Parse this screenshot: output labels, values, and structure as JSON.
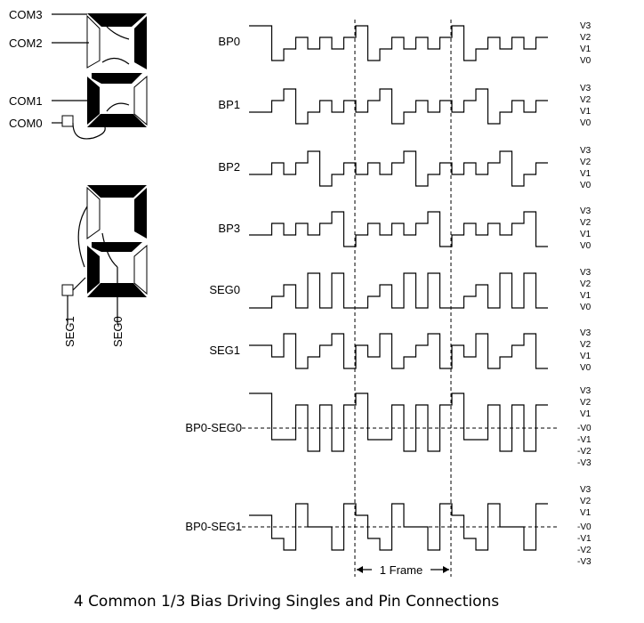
{
  "caption": "4 Common 1/3 Bias Driving Singles and Pin Connections",
  "left_labels": {
    "com3": "COM3",
    "com2": "COM2",
    "com1": "COM1",
    "com0": "COM0",
    "seg1": "SEG1",
    "seg0": "SEG0"
  },
  "signals": {
    "bp0": "BP0",
    "bp1": "BP1",
    "bp2": "BP2",
    "bp3": "BP3",
    "seg0": "SEG0",
    "seg1": "SEG1",
    "bp0_seg0": "BP0-SEG0",
    "bp0_seg1": "BP0-SEG1"
  },
  "levels_pos": [
    "V3",
    "V2",
    "V1",
    "V0"
  ],
  "levels_pm": [
    "V3",
    "V2",
    "V1",
    "-V0",
    "-V1",
    "-V2",
    "-V3"
  ],
  "frame_label": "1 Frame",
  "colors": {
    "ink": "#000000",
    "background": "#ffffff"
  }
}
